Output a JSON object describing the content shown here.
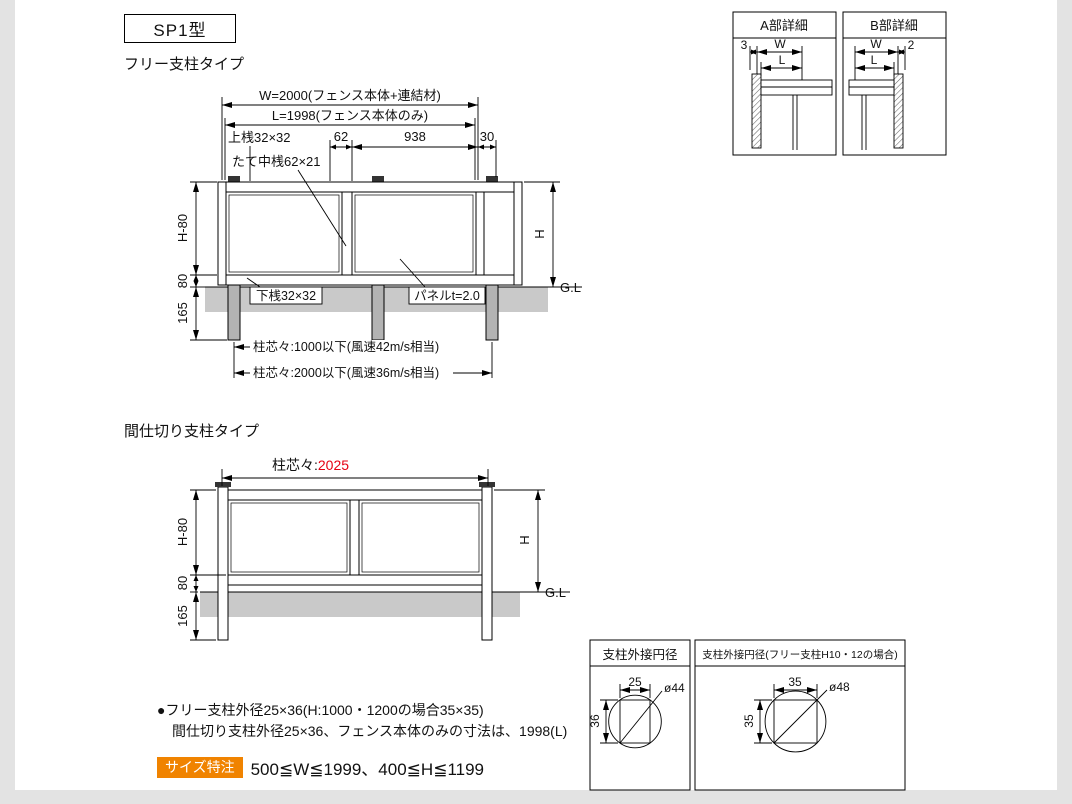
{
  "page": {
    "model": "SP1型"
  },
  "free_type": {
    "title": "フリー支柱タイプ",
    "dim_w": "W=2000(フェンス本体+連結材)",
    "dim_l": "L=1998(フェンス本体のみ)",
    "label_top_rail": "上桟32×32",
    "dim_62": "62",
    "dim_938": "938",
    "dim_30": "30",
    "label_mullion": "たて中桟62×21",
    "dim_h80": "H-80",
    "dim_80": "80",
    "dim_165": "165",
    "dim_h": "H",
    "label_gl": "G.L",
    "label_bottom_rail": "下桟32×32",
    "label_panel": "パネルt=2.0",
    "dim_span1": "柱芯々:1000以下(風速42m/s相当)",
    "dim_span2": "柱芯々:2000以下(風速36m/s相当)"
  },
  "partition_type": {
    "title": "間仕切り支柱タイプ",
    "dim_span_label": "柱芯々:",
    "dim_span_value": "2025",
    "dim_h80": "H-80",
    "dim_80": "80",
    "dim_165": "165",
    "dim_h": "H",
    "label_gl": "G.L"
  },
  "detail_a": {
    "title": "A部詳細",
    "dim_3": "3",
    "dim_w": "W",
    "dim_l": "L"
  },
  "detail_b": {
    "title": "B部詳細",
    "dim_w": "W",
    "dim_l": "L",
    "dim_2": "2"
  },
  "circle_detail_1": {
    "title": "支柱外接円径",
    "dim_top": "25",
    "dim_side": "36",
    "dim_dia": "ø44"
  },
  "circle_detail_2": {
    "title": "支柱外接円径(フリー支柱H10・12の場合)",
    "dim_top": "35",
    "dim_side": "35",
    "dim_dia": "ø48"
  },
  "notes": {
    "line1": "●フリー支柱外径25×36(H:1000・1200の場合35×35)",
    "line2": "間仕切り支柱外径25×36、フェンス本体のみの寸法は、1998(L)",
    "size_badge": "サイズ特注",
    "size_range": "500≦W≦1999、400≦H≦1199"
  },
  "colors": {
    "accent_red": "#e60012",
    "badge_orange": "#f08300",
    "ground_gray": "#c9c9c9",
    "page_margin_gray": "#e3e3e3"
  }
}
